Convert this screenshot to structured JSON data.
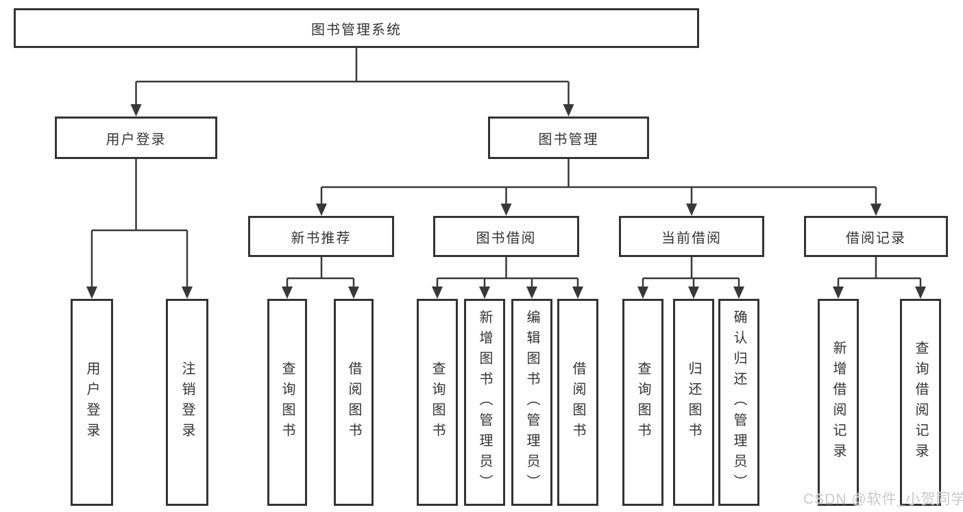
{
  "colors": {
    "line": "#383838",
    "border": "#333333",
    "text": "#333333",
    "background": "#ffffff",
    "watermark": "#c9c9c9"
  },
  "watermark": {
    "text": "CSDN @软件_小贺同学"
  },
  "tree": {
    "label": "图书管理系统",
    "children": [
      {
        "label": "用户登录",
        "children": [
          {
            "label": "用户登录"
          },
          {
            "label": "注销登录"
          }
        ]
      },
      {
        "label": "图书管理",
        "children": [
          {
            "label": "新书推荐",
            "children": [
              {
                "label": "查询图书"
              },
              {
                "label": "借阅图书"
              }
            ]
          },
          {
            "label": "图书借阅",
            "children": [
              {
                "label": "查询图书"
              },
              {
                "label": "新增图书（管理员）"
              },
              {
                "label": "编辑图书（管理员）"
              },
              {
                "label": "借阅图书"
              }
            ]
          },
          {
            "label": "当前借阅",
            "children": [
              {
                "label": "查询图书"
              },
              {
                "label": "归还图书"
              },
              {
                "label": "确认归还（管理员）"
              }
            ]
          },
          {
            "label": "借阅记录",
            "children": [
              {
                "label": "新增借阅记录"
              },
              {
                "label": "查询借阅记录"
              }
            ]
          }
        ]
      }
    ]
  }
}
